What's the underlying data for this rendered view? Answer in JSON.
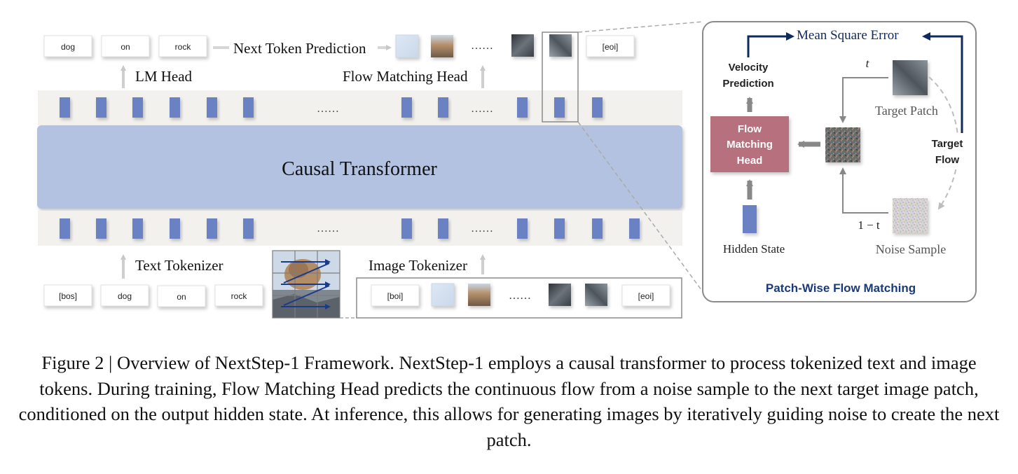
{
  "top_tokens": [
    "dog",
    "on",
    "rock"
  ],
  "top_eoi": "[eoi]",
  "next_token_label": "Next Token Prediction",
  "lm_head_label": "LM Head",
  "flow_head_label": "Flow Matching Head",
  "transformer_label": "Causal Transformer",
  "ellipsis": "……",
  "text_tokenizer_label": "Text Tokenizer",
  "image_tokenizer_label": "Image Tokenizer",
  "bottom_tokens": [
    "[bos]",
    "dog",
    "on",
    "rock"
  ],
  "boi": "[boi]",
  "bottom_eoi": "[eoi]",
  "panel": {
    "title": "Patch-Wise Flow Matching",
    "mse_label": "Mean Square Error",
    "velocity_label_1": "Velocity",
    "velocity_label_2": "Prediction",
    "head_label_1": "Flow",
    "head_label_2": "Matching",
    "head_label_3": "Head",
    "hidden_state_label": "Hidden State",
    "target_patch_label": "Target Patch",
    "noise_sample_label": "Noise Sample",
    "target_flow_label_1": "Target",
    "target_flow_label_2": "Flow",
    "t_label": "t",
    "one_minus_t_label": "1 − t"
  },
  "caption": "Figure 2 | Overview of NextStep-1 Framework. NextStep-1 employs a causal transformer to process tokenized text and image tokens. During training, Flow Matching Head predicts the continuous flow from a noise sample to the next target image patch, conditioned on the output hidden state. At inference, this allows for generating images by iteratively guiding noise to create the next patch.",
  "colors": {
    "transformer": "#b3c2e1",
    "token_bar": "#6b82c4",
    "head_box": "#b7707e",
    "arrow_dark": "#0f2a5c",
    "band": "#f2f1ee"
  }
}
